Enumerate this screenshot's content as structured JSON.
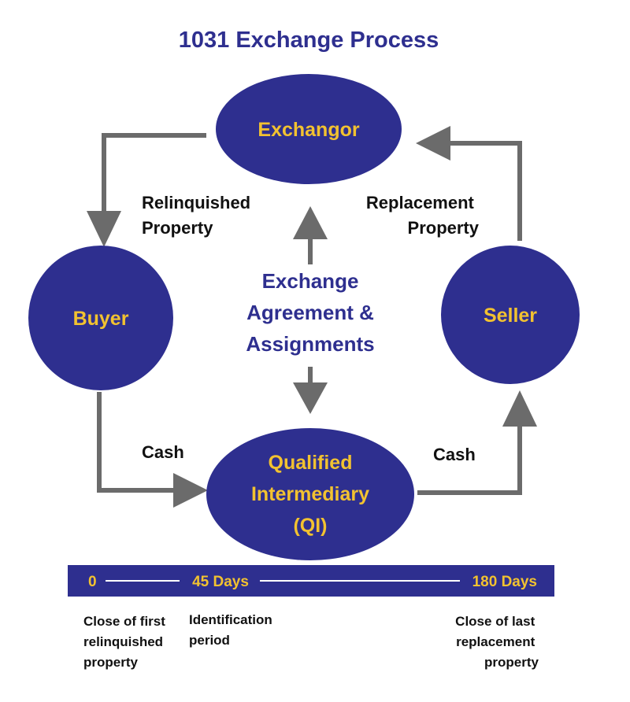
{
  "colors": {
    "node_fill": "#2e2f8f",
    "node_text": "#f2c230",
    "arrow": "#6b6b6b",
    "title": "#2e2f8f",
    "center_text": "#2e2f8f",
    "timeline_bar": "#2e2f8f",
    "timeline_text": "#f2c230",
    "timeline_line": "#ffffff"
  },
  "title": "1031 Exchange Process",
  "nodes": {
    "exchangor": "Exchangor",
    "buyer": "Buyer",
    "seller": "Seller",
    "qi": [
      "Qualified",
      "Intermediary",
      "(QI)"
    ]
  },
  "edges": {
    "relinquished": [
      "Relinquished",
      "Property"
    ],
    "replacement": [
      "Replacement",
      "Property"
    ],
    "cash_left": "Cash",
    "cash_right": "Cash"
  },
  "center": [
    "Exchange",
    "Agreement &",
    "Assignments"
  ],
  "timeline": {
    "start": "0",
    "mid": "45 Days",
    "end": "180 Days"
  },
  "descriptions": {
    "left": [
      "Close of first",
      "relinquished",
      "property"
    ],
    "middle": [
      "Identification",
      "period"
    ],
    "right": [
      "Close of last",
      "replacement",
      "property"
    ]
  }
}
